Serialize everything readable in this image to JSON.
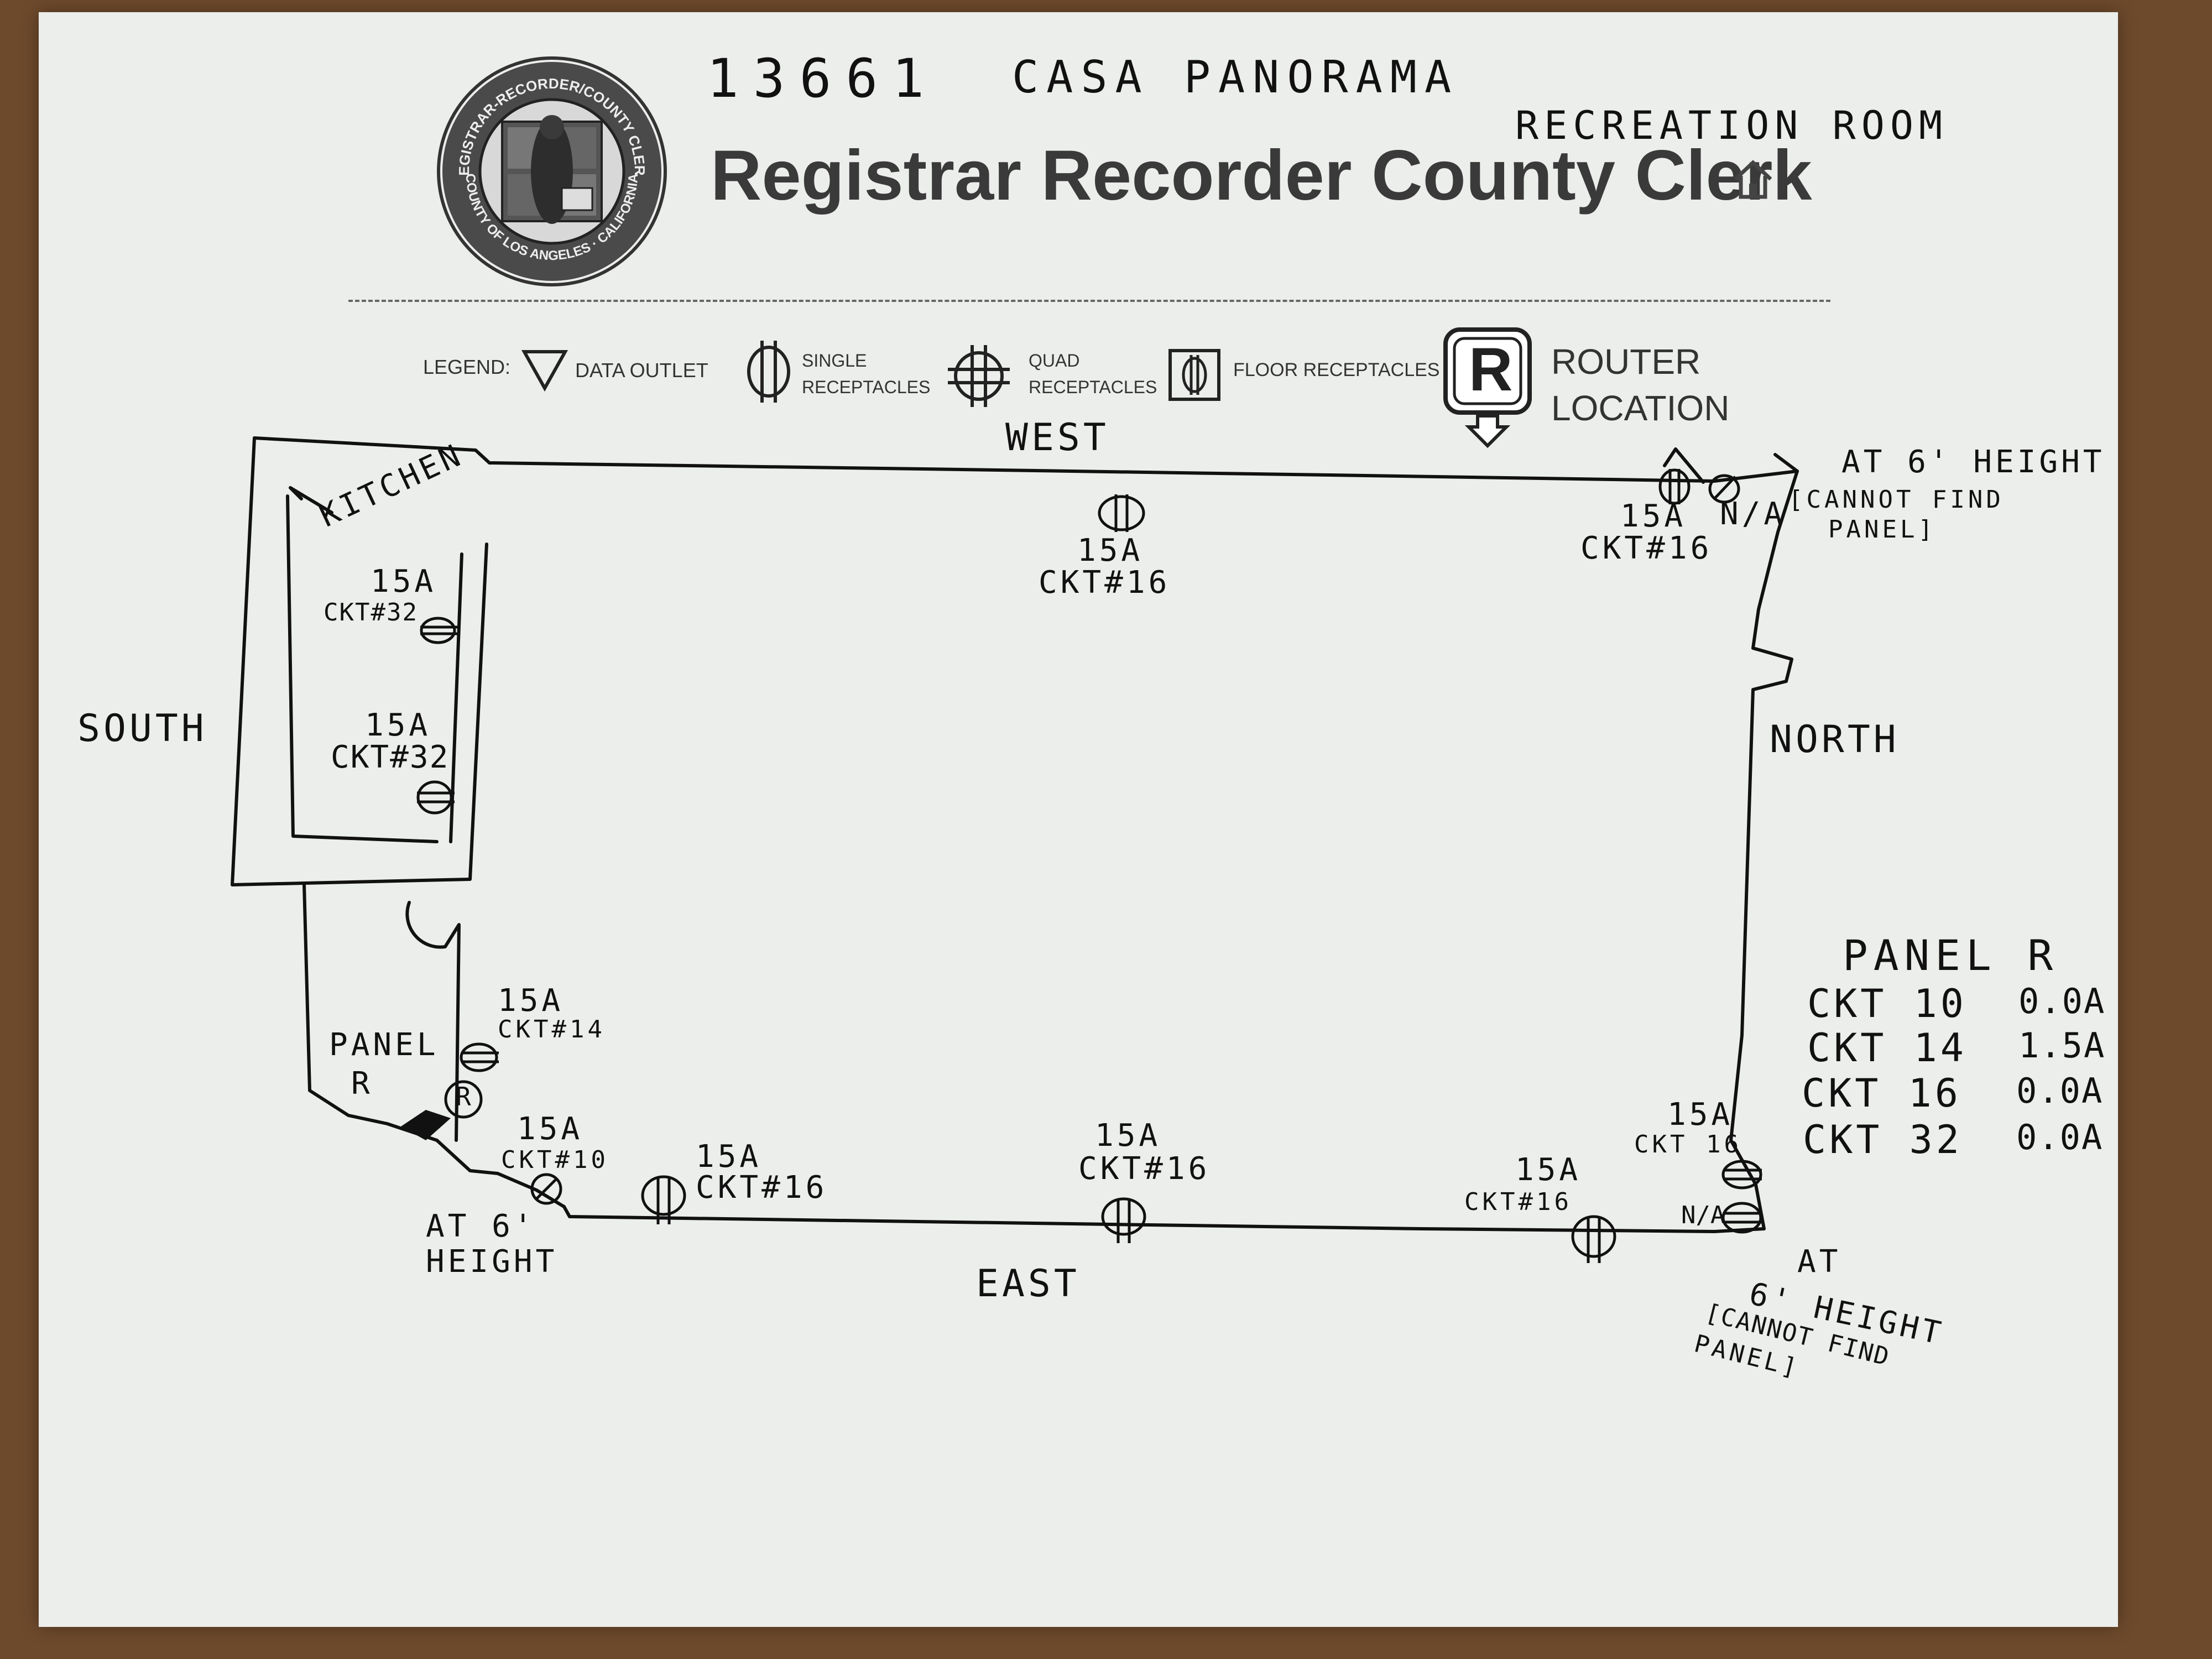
{
  "header": {
    "job_number": "13661",
    "project": "CASA PANORAMA",
    "room": "RECREATION ROOM",
    "title": "Registrar Recorder County Clerk",
    "seal_text_top": "REGISTRAR-RECORDER/COUNTY CLERK",
    "seal_text_bottom": "COUNTY OF LOS ANGELES · CALIFORNIA",
    "home_icon": "home-icon"
  },
  "legend": {
    "label": "LEGEND:",
    "data_outlet": "DATA OUTLET",
    "single_1": "SINGLE",
    "single_2": "RECEPTACLES",
    "quad_1": "QUAD",
    "quad_2": "RECEPTACLES",
    "floor": "FLOOR RECEPTACLES",
    "router_letter": "R",
    "router_1": "ROUTER",
    "router_2": "LOCATION"
  },
  "walls": {
    "west": "WEST",
    "east": "EAST",
    "north": "NORTH",
    "south": "SOUTH",
    "kitchen": "KITCHEN"
  },
  "outlets": {
    "west_amp": "15A",
    "west_ckt": "CKT#16",
    "nw_amp": "15A",
    "nw_ckt": "CKT#16",
    "nw_na": "N/A",
    "nw_note_1": "AT 6' HEIGHT",
    "nw_note_2": "[CANNOT FIND",
    "nw_note_3": "PANEL]",
    "k1_amp": "15A",
    "k1_ckt": "CKT#32",
    "k2_amp": "15A",
    "k2_ckt": "CKT#32",
    "p14_amp": "15A",
    "p14_ckt": "CKT#14",
    "panel_1": "PANEL",
    "panel_2": "R",
    "router_mark": "R",
    "p10_amp": "15A",
    "p10_ckt": "CKT#10",
    "p10_note_1": "AT 6'",
    "p10_note_2": "HEIGHT",
    "e1_amp": "15A",
    "e1_ckt": "CKT#16",
    "e2_amp": "15A",
    "e2_ckt": "CKT#16",
    "e3_amp": "15A",
    "e3_ckt": "CKT#16",
    "ne_amp": "15A",
    "ne_ckt": "CKT 16",
    "ne_na": "N/A",
    "ne_note_1": "AT",
    "ne_note_2": "6' HEIGHT",
    "ne_note_3": "[CANNOT FIND",
    "ne_note_4": "PANEL]"
  },
  "panel_table": {
    "title": "PANEL R",
    "rows": [
      {
        "ckt": "CKT 10",
        "amps": "0.0A"
      },
      {
        "ckt": "CKT 14",
        "amps": "1.5A"
      },
      {
        "ckt": "CKT 16",
        "amps": "0.0A"
      },
      {
        "ckt": "CKT 32",
        "amps": "0.0A"
      }
    ]
  },
  "colors": {
    "background": "#6e4a2c",
    "paper": "#eceeeb",
    "ink": "#111111"
  }
}
